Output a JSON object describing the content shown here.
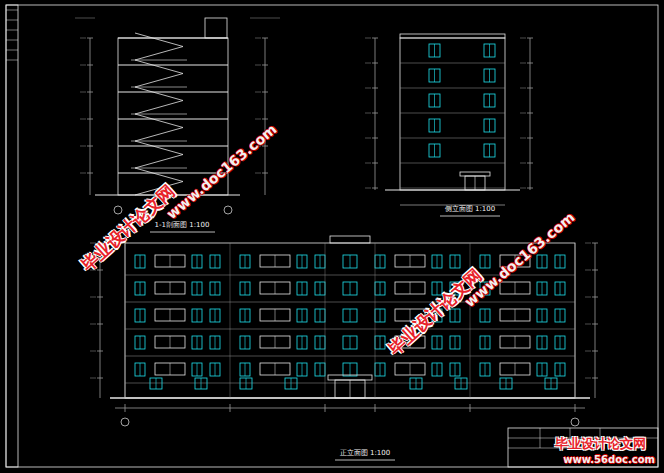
{
  "diagram": {
    "labels": [
      "1-1剖面图 1:100",
      "侧立面图 1:100",
      "正立面图 1:100",
      "毕业设计论文网",
      "www.doc163.com",
      "毕业设计论文网",
      "www.doc163.com",
      "毕业设计论文网",
      "www.56doc.com"
    ]
  }
}
